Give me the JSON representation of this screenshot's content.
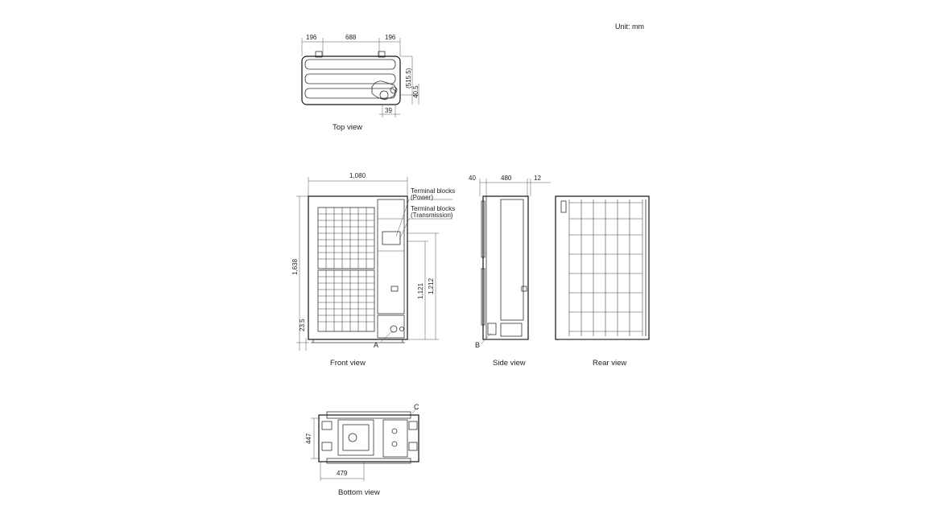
{
  "unit_label": "Unit: mm",
  "views": {
    "top": {
      "caption": "Top view",
      "dims": {
        "left": "196",
        "middle": "688",
        "right": "196",
        "depth": "(515.5)",
        "offset": "40.5",
        "bottom": "39"
      }
    },
    "front": {
      "caption": "Front view",
      "dims": {
        "width": "1,080",
        "height": "1,638",
        "base": "23.5",
        "h1": "1,121",
        "h2": "1,212"
      },
      "callouts": {
        "power_line1": "Terminal blocks",
        "power_line2": "(Power)",
        "trans_line1": "Terminal blocks",
        "trans_line2": "(Transmission)",
        "marker": "A"
      }
    },
    "side": {
      "caption": "Side view",
      "dims": {
        "left": "40",
        "middle": "480",
        "right": "12"
      },
      "marker": "B"
    },
    "rear": {
      "caption": "Rear view"
    },
    "bottom": {
      "caption": "Bottom view",
      "dims": {
        "depth": "447",
        "width": "479"
      },
      "marker": "C"
    }
  }
}
